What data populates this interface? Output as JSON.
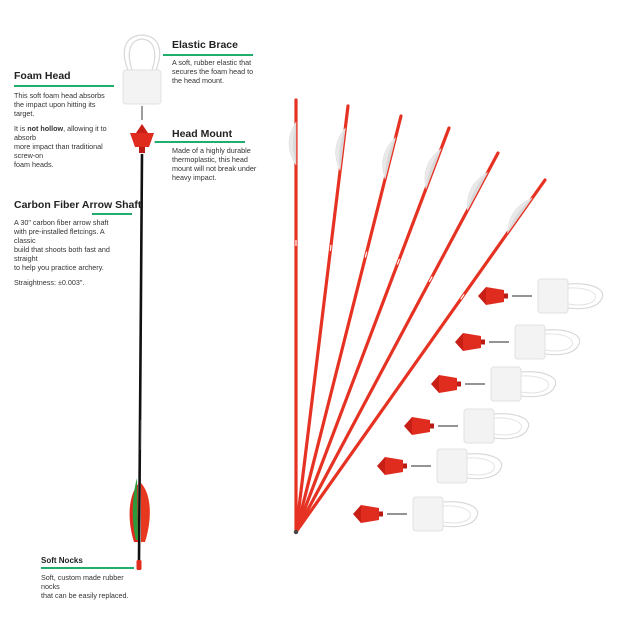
{
  "labels": {
    "foam_head": {
      "title": "Foam Head",
      "line1": "This soft foam head absorbs\nthe impact upon hitting its\ntarget.",
      "line2_pre": "It is ",
      "line2_bold": "not hollow",
      "line2_post": ", allowing it to\nabsorb\nmore impact than traditional\nscrew-on\nfoam heads."
    },
    "elastic_brace": {
      "title": "Elastic Brace",
      "desc": "A soft, rubber elastic that\nsecures the foam head to\nthe head mount."
    },
    "head_mount": {
      "title": "Head Mount",
      "desc": "Made of a highly durable\nthermoplastic, this head\nmount will not break under\nheavy impact."
    },
    "carbon_shaft": {
      "title": "Carbon Fiber Arrow Shaft",
      "desc": "A 30\" carbon fiber arrow shaft\nwith pre-installed fletcings. A\nclassic\nbuild that shoots both fast and\nstraight\nto help you practice archery.",
      "straightness": "Straightness: ±0.003\"."
    },
    "soft_nocks": {
      "title": "Soft Nocks",
      "desc": "Soft, custom made rubber\nnocks\nthat can be easily replaced."
    }
  },
  "colors": {
    "accent_underline": "#1fae6b",
    "arrow_red": "#e63222",
    "foam_white": "#f4f4f4",
    "shaft_black": "#111111"
  }
}
